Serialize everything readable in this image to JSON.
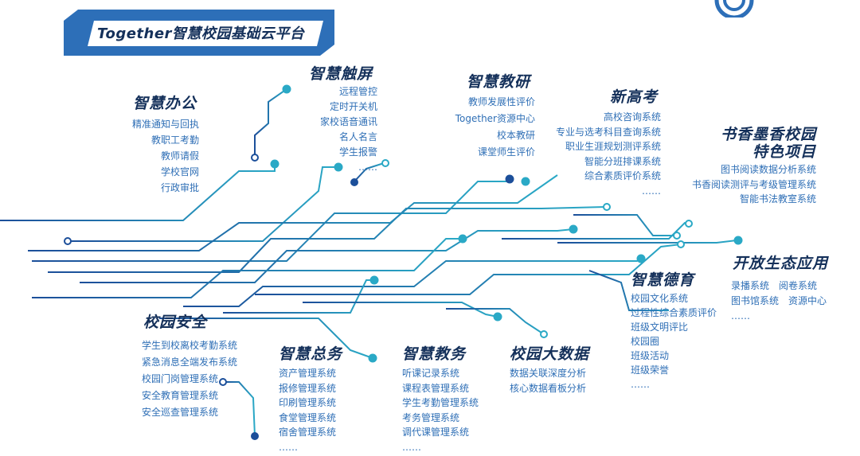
{
  "banner": {
    "title": "Together智慧校园基础云平台"
  },
  "colors": {
    "accent": "#2aa9c6",
    "navy": "#14305a",
    "link": "#2f6fb6",
    "banner": "#2d6fb8",
    "dark_node": "#1c4f9a"
  },
  "sections": {
    "office": {
      "title": "智慧办公",
      "items": [
        "精准通知与回执",
        "教职工考勤",
        "教师请假",
        "学校官网",
        "行政审批"
      ]
    },
    "touch": {
      "title": "智慧触屏",
      "items": [
        "远程管控",
        "定时开关机",
        "家校语音通讯",
        "名人名言",
        "学生报警",
        "……"
      ]
    },
    "research": {
      "title": "智慧教研",
      "items": [
        "教师发展性评价",
        "Together资源中心",
        "校本教研",
        "课堂师生评价"
      ]
    },
    "gaokao": {
      "title": "新高考",
      "items": [
        "高校咨询系统",
        "专业与选考科目查询系统",
        "职业生涯规划测评系统",
        "智能分班排课系统",
        "综合素质评价系统",
        "……"
      ]
    },
    "reading": {
      "title_lines": [
        "书香墨香校园",
        "特色项目"
      ],
      "items": [
        "图书阅读数据分析系统",
        "书香阅读测评与考级管理系统",
        "智能书法教室系统"
      ]
    },
    "open": {
      "title": "开放生态应用",
      "items": [
        "录播系统　阅卷系统",
        "图书馆系统　资源中心",
        "……"
      ]
    },
    "moral": {
      "title": "智慧德育",
      "items": [
        "校园文化系统",
        "过程性综合素质评价",
        "班级文明评比",
        "校园圈",
        "班级活动",
        "班级荣誉",
        "……"
      ]
    },
    "safety": {
      "title": "校园安全",
      "items": [
        "学生到校离校考勤系统",
        "紧急消息全端发布系统",
        "校园门岗管理系统",
        "安全教育管理系统",
        "安全巡查管理系统"
      ]
    },
    "general": {
      "title": "智慧总务",
      "items": [
        "资产管理系统",
        "报修管理系统",
        "印刷管理系统",
        "食堂管理系统",
        "宿舍管理系统",
        "……"
      ]
    },
    "teaching": {
      "title": "智慧教务",
      "items": [
        "听课记录系统",
        "课程表管理系统",
        "学生考勤管理系统",
        "考务管理系统",
        "调代课管理系统",
        "……"
      ]
    },
    "bigdata": {
      "title": "校园大数据",
      "items": [
        "数据关联深度分析",
        "核心数据看板分析"
      ]
    }
  }
}
